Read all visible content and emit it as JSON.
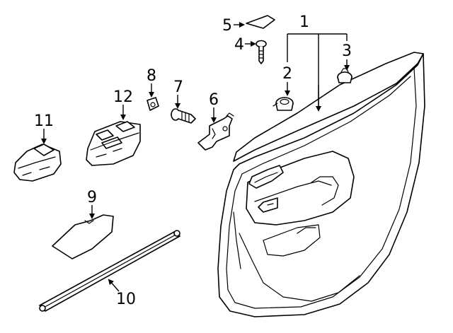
{
  "callouts": {
    "c1": "1",
    "c2": "2",
    "c3": "3",
    "c4": "4",
    "c5": "5",
    "c6": "6",
    "c7": "7",
    "c8": "8",
    "c9": "9",
    "c10": "10",
    "c11": "11",
    "c12": "12"
  },
  "colors": {
    "line": "#000000",
    "fill": "#ffffff"
  }
}
